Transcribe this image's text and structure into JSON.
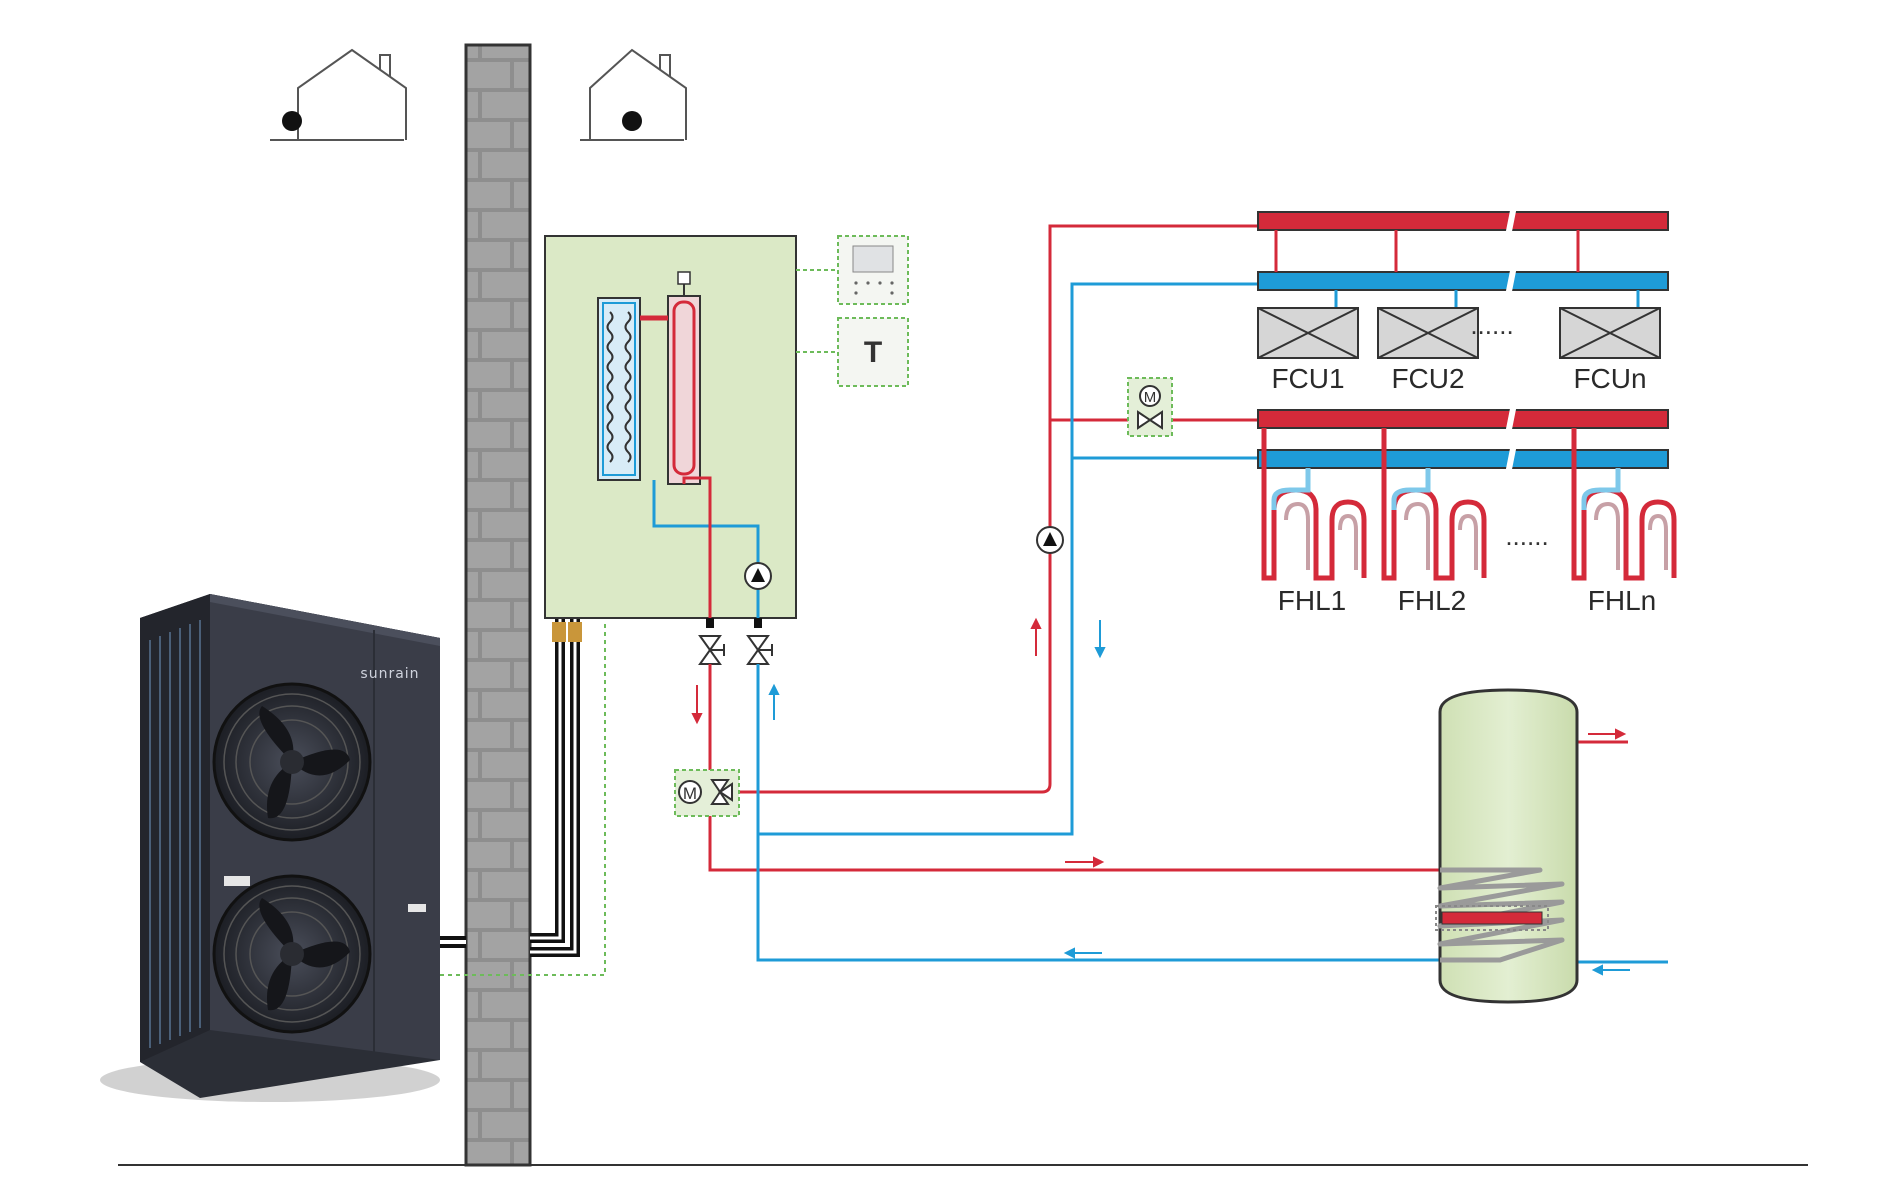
{
  "controls": {
    "thermostat_label": "T"
  },
  "outdoor_unit": {
    "brand": "sunrain"
  },
  "fcu": {
    "labels": [
      "FCU1",
      "FCU2",
      "FCUn"
    ],
    "ellipsis": "......"
  },
  "fhl": {
    "labels": [
      "FHL1",
      "FHL2",
      "FHLn"
    ],
    "ellipsis": "......"
  },
  "valves": {
    "motor_symbol": "M"
  },
  "colors": {
    "supply": "#d42a3a",
    "return": "#1e9bd7",
    "panel_fill": "#dbe9c6",
    "wall": "#8e8e8e",
    "unit_body": "#3a3d48"
  }
}
